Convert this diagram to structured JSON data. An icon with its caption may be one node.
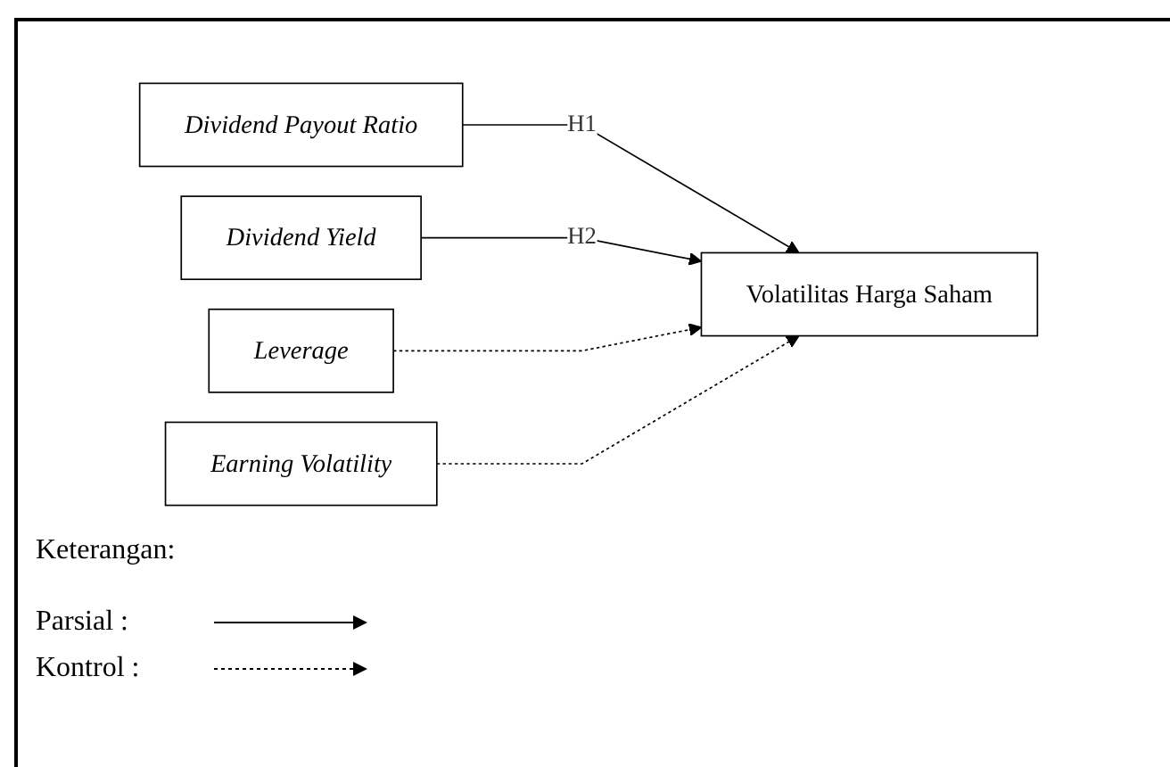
{
  "diagram": {
    "nodes": [
      {
        "text": [
          "Dividend Payout Ratio"
        ]
      },
      {
        "text": [
          "Dividend Yield"
        ]
      },
      {
        "text": [
          "Leverage"
        ]
      },
      {
        "text": [
          "Earning Volatility"
        ]
      },
      {
        "text": [
          "Volatilitas Harga Saham"
        ]
      }
    ],
    "edges": [
      {
        "from": 0,
        "to": 4,
        "arrow": "to",
        "label": "H1"
      },
      {
        "from": 1,
        "to": 4,
        "arrow": "to",
        "label": "H2"
      },
      {
        "from": 2,
        "to": 4,
        "arrow": "to",
        "style": "dashed"
      },
      {
        "from": 3,
        "to": 4,
        "arrow": "to",
        "style": "dashed"
      }
    ],
    "labels": [
      "Keterangan:"
    ],
    "legend": [
      {
        "text": "Parsial :"
      },
      {
        "text": "Kontrol :"
      }
    ]
  }
}
